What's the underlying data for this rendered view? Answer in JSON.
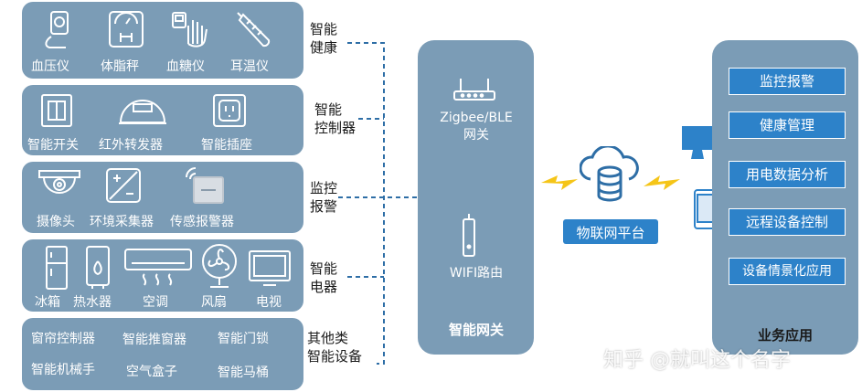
{
  "categories": [
    {
      "label": "智能\n健康",
      "devices": [
        {
          "name": "血压仪",
          "icon": "blood-pressure-monitor-icon"
        },
        {
          "name": "体脂秤",
          "icon": "body-fat-scale-icon"
        },
        {
          "name": "血糖仪",
          "icon": "glucometer-icon"
        },
        {
          "name": "耳温仪",
          "icon": "ear-thermometer-icon"
        }
      ]
    },
    {
      "label": "智能\n控制器",
      "devices": [
        {
          "name": "智能开关",
          "icon": "smart-switch-icon"
        },
        {
          "name": "红外转发器",
          "icon": "ir-repeater-icon"
        },
        {
          "name": "智能插座",
          "icon": "smart-socket-icon"
        }
      ]
    },
    {
      "label": "监控\n报警",
      "devices": [
        {
          "name": "摄像头",
          "icon": "camera-icon"
        },
        {
          "name": "环境采集器",
          "icon": "environment-collector-icon"
        },
        {
          "name": "传感报警器",
          "icon": "sensor-alarm-icon"
        }
      ]
    },
    {
      "label": "智能\n电器",
      "devices": [
        {
          "name": "冰箱",
          "icon": "fridge-icon"
        },
        {
          "name": "热水器",
          "icon": "water-heater-icon"
        },
        {
          "name": "空调",
          "icon": "air-conditioner-icon"
        },
        {
          "name": "风扇",
          "icon": "fan-icon"
        },
        {
          "name": "电视",
          "icon": "tv-icon"
        }
      ]
    },
    {
      "label": "其他类\n智能设备",
      "devices": [
        {
          "name": "窗帘控制器"
        },
        {
          "name": "智能推窗器"
        },
        {
          "name": "智能门锁"
        },
        {
          "name": "智能机械手"
        },
        {
          "name": "空气盒子"
        },
        {
          "name": "智能马桶"
        }
      ]
    }
  ],
  "gateway": {
    "title": "智能网关",
    "zigbee_label": "Zigbee/BLE\n网关",
    "wifi_label": "WIFI路由"
  },
  "platform": {
    "label": "物联网平台"
  },
  "apps": {
    "title": "业务应用",
    "buttons": [
      "监控报警",
      "健康管理",
      "用电数据分析",
      "远程设备控制",
      "设备情景化应用"
    ]
  },
  "watermark": "知乎 @就叫这个名字",
  "colors": {
    "panel": "#7b9cb6",
    "button": "#2d82c9",
    "connector": "#2e6ea6",
    "lightning": "#f5c518"
  }
}
